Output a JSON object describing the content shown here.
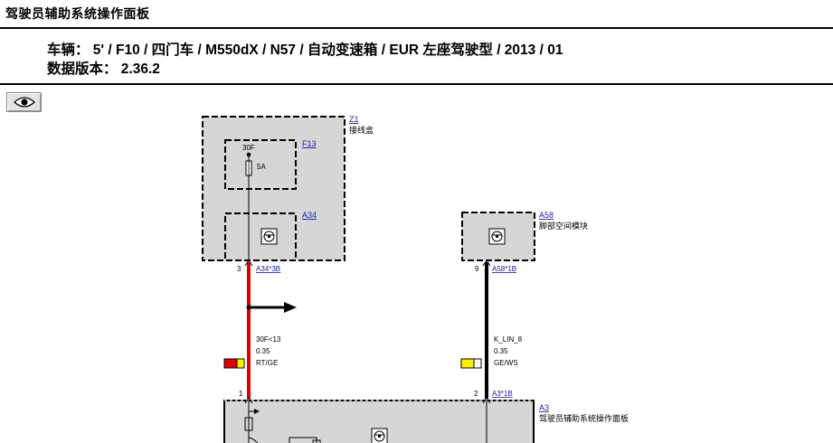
{
  "header": {
    "title": "驾驶员辅助系统操作面板",
    "vehicle_line": "车辆： 5' / F10 / 四门车 / M550dX / N57 / 自动变速箱 / EUR 左座驾驶型 / 2013 / 01",
    "data_version_line": "数据版本： 2.36.2"
  },
  "toolbar": {
    "view_icon": "eye-icon"
  },
  "diagram": {
    "z1": {
      "id": "Z1",
      "name": "接线盒"
    },
    "f13": {
      "id": "F13",
      "terminal": "30F",
      "rating": "5A"
    },
    "a34": {
      "id": "A34",
      "pin": "3",
      "connector": "A34*3B"
    },
    "a58": {
      "id": "A58",
      "name": "脚部空间模块",
      "pin": "9",
      "connector": "A58*1B"
    },
    "wire_left": {
      "signal": "30F<13",
      "gauge": "0.35",
      "color_code": "RT/GE",
      "primary": "#e00000",
      "secondary": "#ffee00"
    },
    "wire_right": {
      "signal": "K_LIN_8",
      "gauge": "0.35",
      "color_code": "GE/WS",
      "primary": "#ffee00",
      "secondary": "#ffffff"
    },
    "a3": {
      "id": "A3",
      "name": "驾驶员辅助系统操作面板",
      "pin_left": "1",
      "pin_right": "2",
      "connector": "A3*1B"
    }
  }
}
